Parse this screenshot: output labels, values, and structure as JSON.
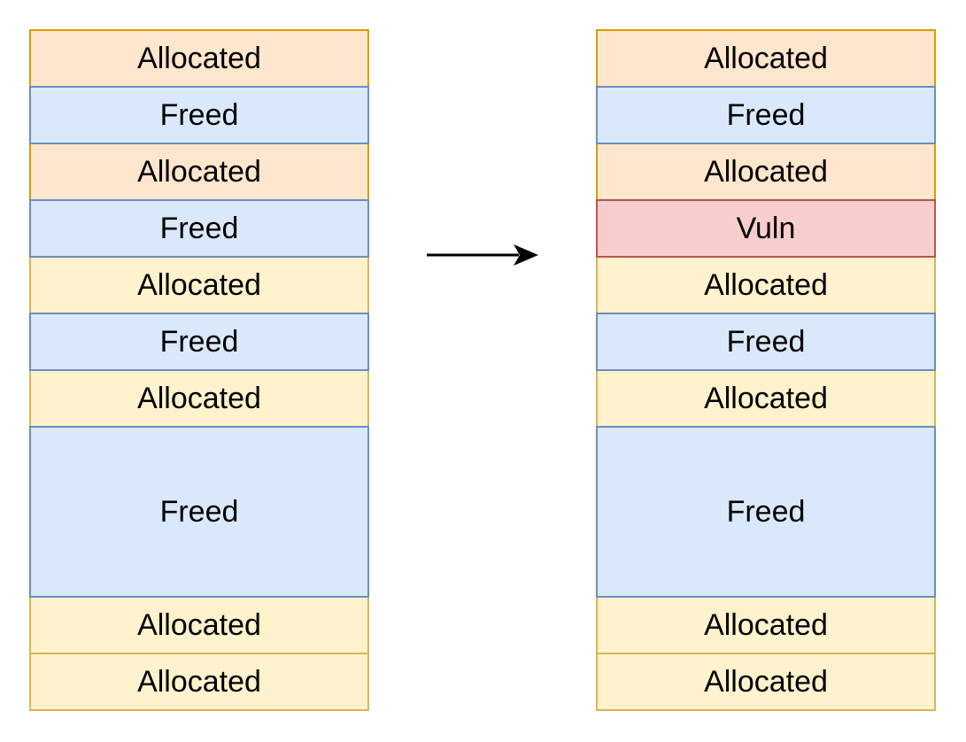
{
  "state_colors": {
    "allocated_orange": {
      "fill": "#FFE6CC",
      "stroke": "#D79B00"
    },
    "allocated_yellow": {
      "fill": "#FFF2CC",
      "stroke": "#D6B656"
    },
    "freed": {
      "fill": "#DAE8FC",
      "stroke": "#6C8EBF"
    },
    "vuln": {
      "fill": "#F8CECC",
      "stroke": "#B85450"
    }
  },
  "before": {
    "blocks": [
      {
        "label": "Allocated",
        "state": "allocated_orange"
      },
      {
        "label": "Freed",
        "state": "freed"
      },
      {
        "label": "Allocated",
        "state": "allocated_orange"
      },
      {
        "label": "Freed",
        "state": "freed"
      },
      {
        "label": "Allocated",
        "state": "allocated_yellow"
      },
      {
        "label": "Freed",
        "state": "freed"
      },
      {
        "label": "Allocated",
        "state": "allocated_yellow"
      },
      {
        "label": "Freed",
        "state": "freed",
        "size": "large"
      },
      {
        "label": "Allocated",
        "state": "allocated_yellow"
      },
      {
        "label": "Allocated",
        "state": "allocated_yellow"
      }
    ]
  },
  "after": {
    "blocks": [
      {
        "label": "Allocated",
        "state": "allocated_orange"
      },
      {
        "label": "Freed",
        "state": "freed"
      },
      {
        "label": "Allocated",
        "state": "allocated_orange"
      },
      {
        "label": "Vuln",
        "state": "vuln"
      },
      {
        "label": "Allocated",
        "state": "allocated_yellow"
      },
      {
        "label": "Freed",
        "state": "freed"
      },
      {
        "label": "Allocated",
        "state": "allocated_yellow"
      },
      {
        "label": "Freed",
        "state": "freed",
        "size": "large"
      },
      {
        "label": "Allocated",
        "state": "allocated_yellow"
      },
      {
        "label": "Allocated",
        "state": "allocated_yellow"
      }
    ]
  },
  "arrow": {
    "direction": "right",
    "color": "#000000"
  }
}
